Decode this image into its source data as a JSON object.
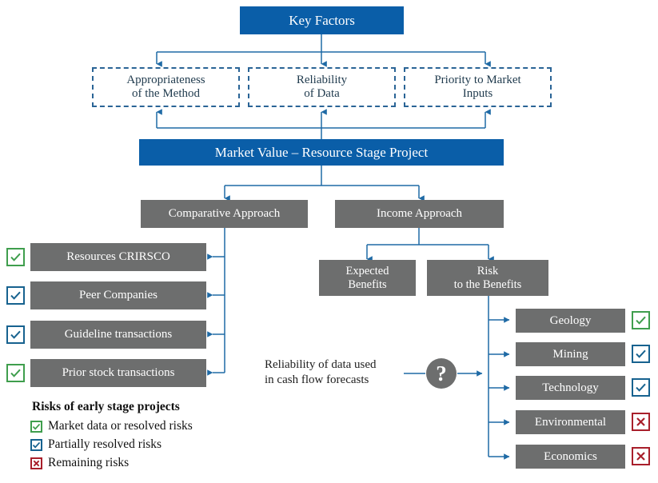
{
  "diagram": {
    "root": {
      "label": "Key Factors"
    },
    "key_factors": [
      {
        "label": "Appropriateness\nof the Method"
      },
      {
        "label": "Reliability\nof Data"
      },
      {
        "label": "Priority to Market\nInputs"
      }
    ],
    "banner": {
      "label": "Market Value – Resource Stage Project"
    },
    "approaches": [
      {
        "label": "Comparative Approach"
      },
      {
        "label": "Income Approach"
      }
    ],
    "income_children": [
      {
        "label": "Expected\nBenefits"
      },
      {
        "label": "Risk\nto the Benefits"
      }
    ],
    "comparative_methods": [
      {
        "label": "Resources CRIRSCO",
        "mark": "check",
        "mark_color": "green"
      },
      {
        "label": "Peer Companies",
        "mark": "check",
        "mark_color": "blue"
      },
      {
        "label": "Guideline transactions",
        "mark": "check",
        "mark_color": "blue"
      },
      {
        "label": "Prior stock transactions",
        "mark": "check",
        "mark_color": "green"
      }
    ],
    "risk_factors": [
      {
        "label": "Geology",
        "mark": "check",
        "mark_color": "green"
      },
      {
        "label": "Mining",
        "mark": "check",
        "mark_color": "blue"
      },
      {
        "label": "Technology",
        "mark": "check",
        "mark_color": "blue"
      },
      {
        "label": "Environmental",
        "mark": "cross",
        "mark_color": "red"
      },
      {
        "label": "Economics",
        "mark": "cross",
        "mark_color": "red"
      }
    ],
    "annotation": {
      "text": "Reliability of data used\nin cash flow forecasts",
      "badge": "?"
    },
    "legend": {
      "title": "Risks of early stage projects",
      "items": [
        {
          "label": "Market data or resolved risks",
          "mark": "check",
          "mark_color": "green"
        },
        {
          "label": "Partially resolved risks",
          "mark": "check",
          "mark_color": "blue"
        },
        {
          "label": "Remaining risks",
          "mark": "cross",
          "mark_color": "red"
        }
      ]
    },
    "colors": {
      "blue": "#0a5ea8",
      "gray": "#6d6e6e",
      "connector": "#1f6aa5",
      "green": "#3f9e4d",
      "mark_blue": "#17628f",
      "red": "#a81f2b"
    }
  }
}
